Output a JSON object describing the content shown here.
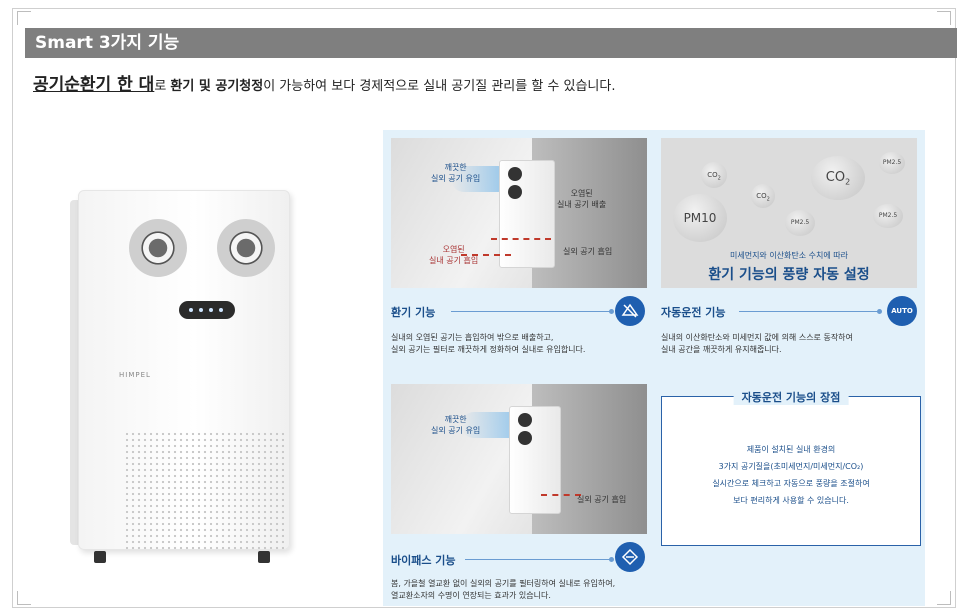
{
  "header": {
    "title": "Smart 3가지 기능"
  },
  "intro": {
    "lead": "공기순환기 한 대",
    "part1": "로 ",
    "bold": "환기 및 공기청정",
    "rest": "이 가능하여 보다 경제적으로 실내 공기질 관리를 할 수 있습니다."
  },
  "product": {
    "brand": "HIMPEL"
  },
  "ventilation": {
    "label_clean_in": [
      "깨끗한",
      "실외 공기 유입"
    ],
    "label_dirty_out": [
      "오염된",
      "실내 공기 배출"
    ],
    "label_dirty_in": [
      "오염된",
      "실내 공기 흡입"
    ],
    "label_outdoor_in": "실외 공기 흡입",
    "title": "환기 기능",
    "desc": [
      "실내의 오염된 공기는 흡입하여 밖으로 배출하고,",
      "실외 공기는 필터로 깨끗하게 정화하여 실내로 유입합니다."
    ]
  },
  "auto": {
    "bubbles": [
      "CO",
      "CO",
      "CO",
      "PM10",
      "PM2.5",
      "PM2.5",
      "PM2.5"
    ],
    "sub": "미세먼지와 이산화탄소 수치에 따라",
    "main": "환기 기능의 풍량 자동 설정",
    "title": "자동운전 기능",
    "icon_text": "AUTO",
    "desc": [
      "실내의 이산화탄소와 미세먼지 값에 의해 스스로 동작하여",
      "실내 공간을 깨끗하게 유지해줍니다."
    ]
  },
  "bypass": {
    "label_clean_in": [
      "깨끗한",
      "실외 공기 유입"
    ],
    "label_outdoor_in": "실외 공기 흡입",
    "title": "바이패스 기능",
    "desc": [
      "봄, 가을철 열교환 없이 실외의 공기를 필터링하여 실내로 유입하여,",
      "열교환소자의 수명이 연장되는 효과가 있습니다."
    ]
  },
  "advantage": {
    "title": "자동운전 기능의 장점",
    "lines": [
      "제품이 설치된 실내 환경의",
      "3가지 공기질을(초미세먼지/미세먼지/CO₂)",
      "실시간으로 체크하고 자동으로 풍량을 조절하여",
      "보다 편리하게 사용할 수 있습니다."
    ]
  },
  "colors": {
    "accent": "#1a4e8a",
    "panel_bg": "#e3f1fa",
    "title_bar": "#7f7f7f"
  }
}
